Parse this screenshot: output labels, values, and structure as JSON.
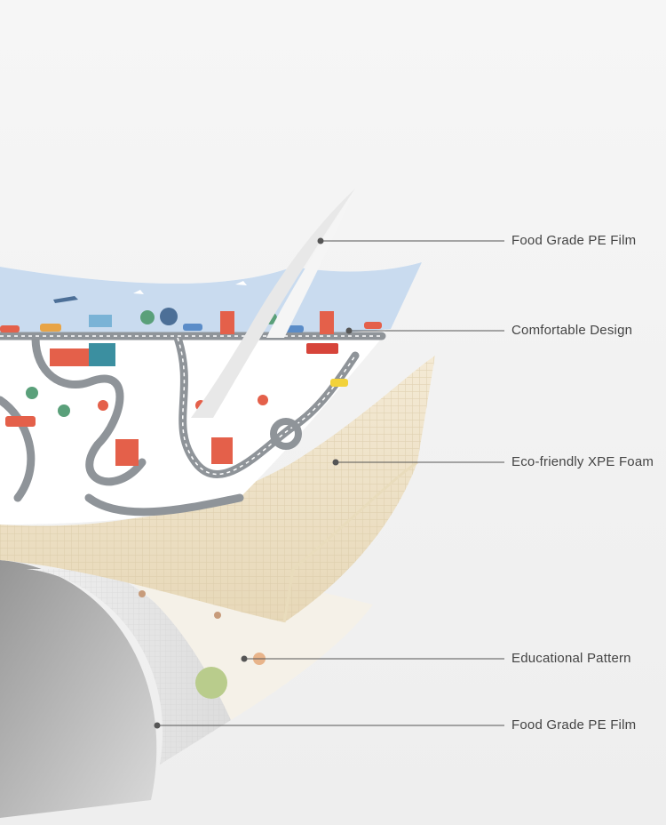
{
  "layers": [
    {
      "label": "Food Grade PE Film"
    },
    {
      "label": "Comfortable Design"
    },
    {
      "label": "Eco-friendly XPE Foam"
    },
    {
      "label": "Educational Pattern"
    },
    {
      "label": "Food Grade PE Film"
    }
  ],
  "colors": {
    "background": "#f3f3f3",
    "sky": "#c9dbef",
    "foam": "#f0e5cc",
    "road": "#8f9499",
    "film": "#e6e6e6",
    "leader_line": "#555555"
  }
}
